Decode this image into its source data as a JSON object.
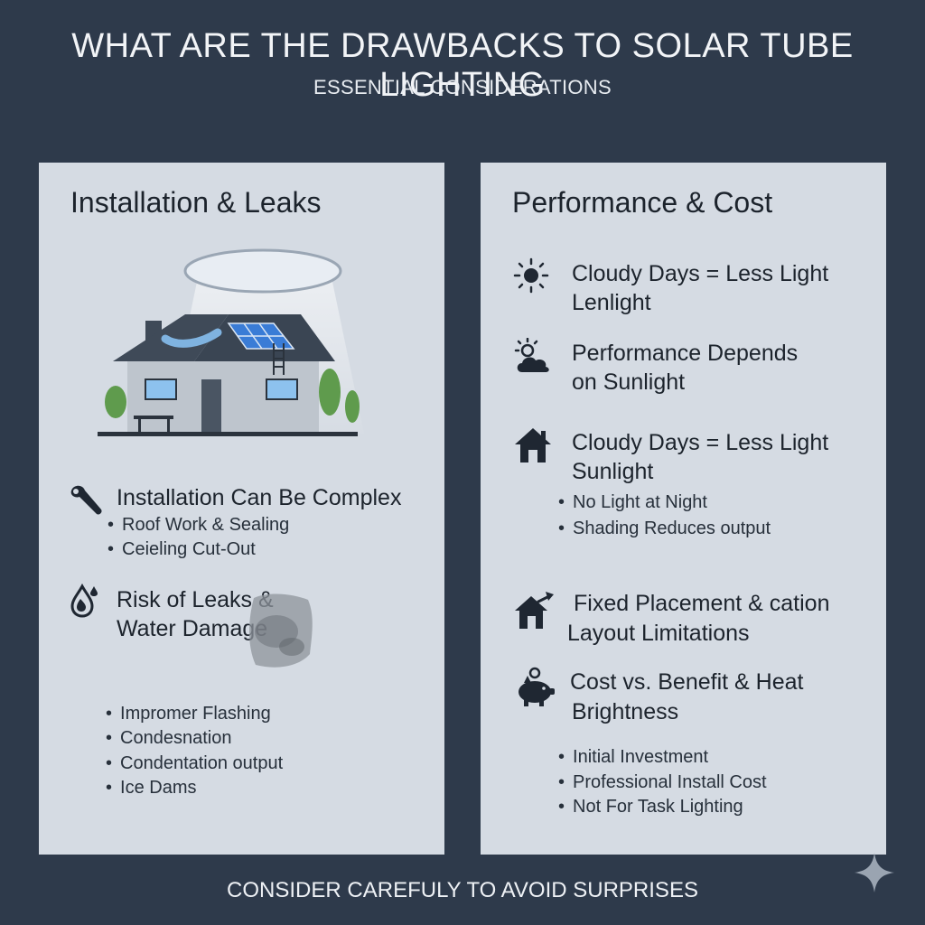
{
  "title": "WHAT ARE THE DRAWBACKS TO SOLAR TUBE LIGHTING",
  "subtitle": "ESSENTIAL CONSIDERATIONS",
  "footer": "CONSIDER CAREFULY TO AVOID SURPRISES",
  "colors": {
    "background": "#2e3a4b",
    "panel": "#d5dbe3",
    "text_dark": "#1c232c",
    "text_light": "#f2f4f7",
    "solar_panel": "#3a7cd6",
    "roof": "#3f4a58"
  },
  "left_panel": {
    "title": "Installation & Leaks",
    "illustration_icon": "house-with-solar-tube",
    "sections": [
      {
        "icon": "wrench-icon",
        "heading": "Installation Can Be Complex",
        "bullets": [
          "Roof Work & Sealing",
          "Ceieling Cut-Out"
        ]
      },
      {
        "icon": "water-drop-icon",
        "heading_line1": "Risk of Leaks &",
        "heading_line2": "Water Damage",
        "bullets": [
          "Impromer Flashing",
          "Condesnation",
          "Condentation output",
          "Ice Dams"
        ]
      }
    ]
  },
  "right_panel": {
    "title": "Performance & Cost",
    "sections": [
      {
        "icon": "sun-icon",
        "line1": "Cloudy Days = Less Light",
        "line2": "Lenlight"
      },
      {
        "icon": "partly-cloudy-icon",
        "line1": "Performance Depends",
        "line2": "on Sunlight"
      },
      {
        "icon": "house-icon",
        "line1": "Cloudy Days = Less Light",
        "line2": "Sunlight",
        "bullets": [
          "No Light at Night",
          "Shading Reduces output"
        ]
      },
      {
        "icon": "house-arrow-icon",
        "line1": "Fixed Placement & cation",
        "line2": "Layout Limitations"
      },
      {
        "icon": "piggy-bank-icon",
        "line1": "Cost vs. Benefit & Heat",
        "line2": "Brightness",
        "bullets": [
          "Initial Investment",
          "Professional Install Cost",
          "Not For Task Lighting"
        ]
      }
    ]
  },
  "corner_icon": "sparkle-icon"
}
